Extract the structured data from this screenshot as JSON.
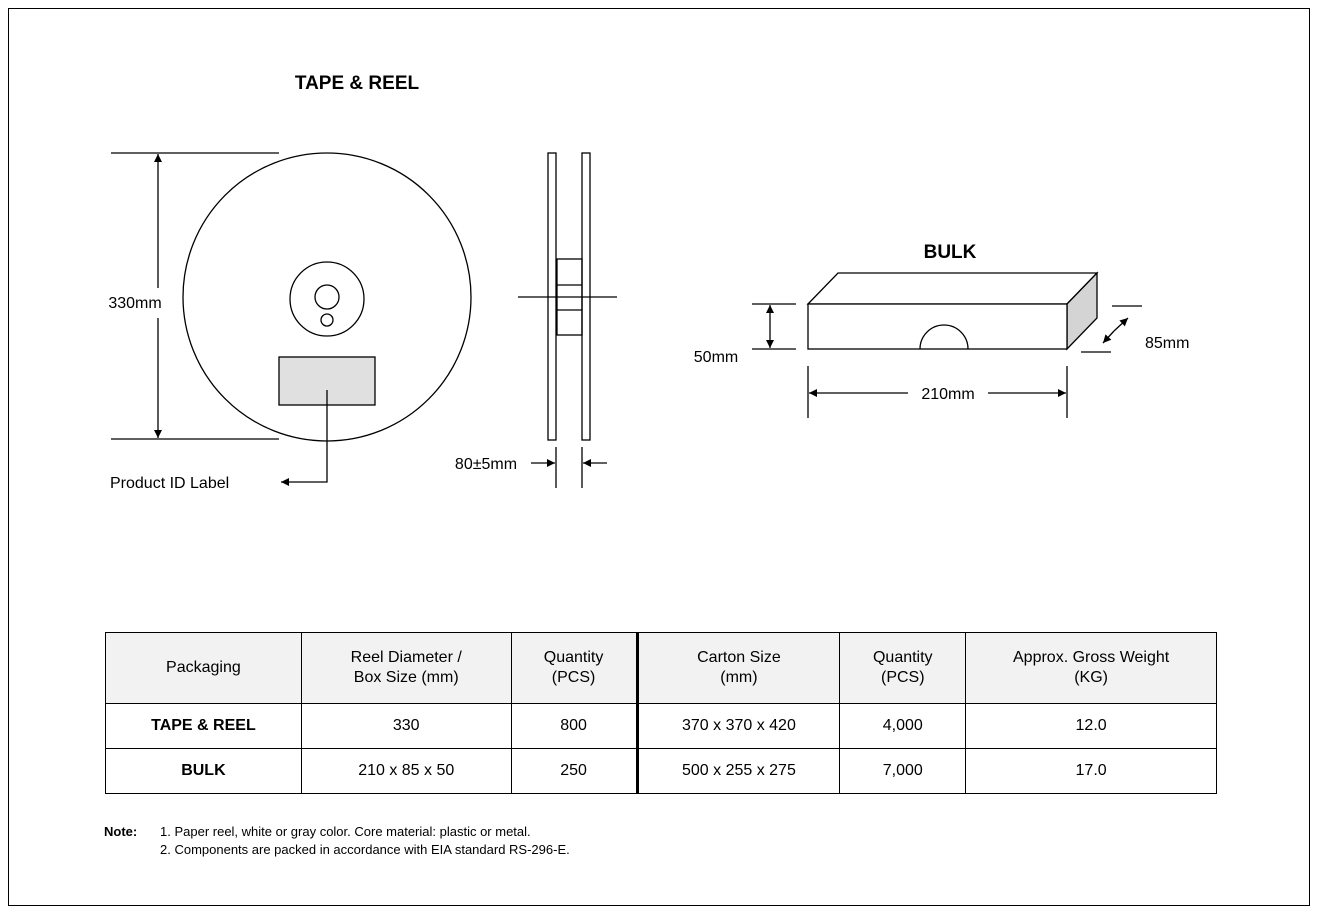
{
  "tape_reel": {
    "title": "TAPE & REEL",
    "diameter_label": "330mm",
    "width_label": "80±5mm",
    "product_label": "Product ID Label"
  },
  "bulk": {
    "title": "BULK",
    "height_label": "50mm",
    "depth_label": "85mm",
    "length_label": "210mm"
  },
  "table": {
    "headers": [
      [
        "Packaging"
      ],
      [
        "Reel Diameter /",
        "Box Size (mm)"
      ],
      [
        "Quantity",
        "(PCS)"
      ],
      [
        "Carton Size",
        "(mm)"
      ],
      [
        "Quantity",
        "(PCS)"
      ],
      [
        "Approx. Gross Weight",
        "(KG)"
      ]
    ],
    "rows": [
      [
        "TAPE & REEL",
        "330",
        "800",
        "370 x 370 x 420",
        "4,000",
        "12.0"
      ],
      [
        "BULK",
        "210 x 85 x 50",
        "250",
        "500 x 255 x 275",
        "7,000",
        "17.0"
      ]
    ]
  },
  "notes": {
    "label": "Note:",
    "items": [
      "1. Paper reel, white or gray color. Core material: plastic or metal.",
      "2. Components are packed in accordance with EIA standard RS-296-E."
    ]
  },
  "colors": {
    "label_fill": "#e0e0e0",
    "box_side": "#d4d4d4",
    "header_fill": "#f2f2f2"
  }
}
